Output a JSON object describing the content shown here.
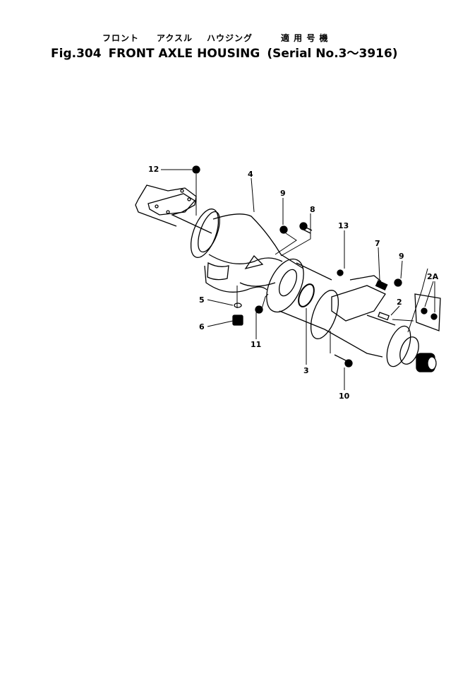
{
  "header": {
    "subtitle_japanese": [
      "フロント",
      "アクスル",
      "ハウジング"
    ],
    "applicability_japanese": "適 用 号 機",
    "figure": "Fig.304",
    "title": "FRONT AXLE HOUSING",
    "serial": "(Serial No.3～3916)"
  },
  "callouts": [
    "12",
    "4",
    "9",
    "8",
    "13",
    "7",
    "9",
    "2",
    "2A",
    "5",
    "6",
    "11",
    "3",
    "10"
  ]
}
